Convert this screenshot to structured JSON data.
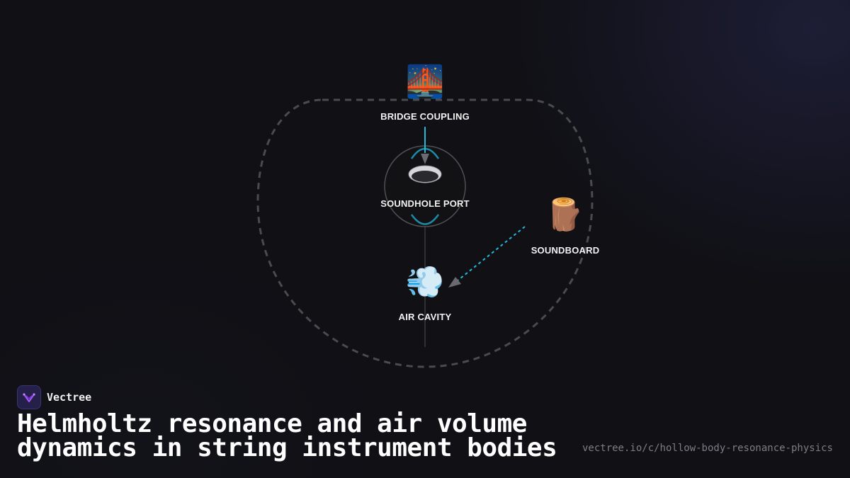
{
  "brand": {
    "name": "Vectree",
    "logo_color": "#a855f7"
  },
  "title": "Helmholtz resonance and air volume dynamics in string instrument bodies",
  "url": "vectree.io/c/hollow-body-resonance-physics",
  "diagram": {
    "accent_color": "#22b8d8",
    "nodes": {
      "bridge": {
        "label": "BRIDGE COUPLING",
        "icon": "bridge-icon",
        "glyph": "🌉"
      },
      "soundhole": {
        "label": "SOUNDHOLE PORT",
        "icon": "soundhole-icon"
      },
      "soundboard": {
        "label": "SOUNDBOARD",
        "icon": "wood-log-icon",
        "glyph": "🪵"
      },
      "cavity": {
        "label": "AIR CAVITY",
        "icon": "air-puff-icon",
        "glyph": "💨"
      }
    },
    "edges": [
      {
        "from": "bridge",
        "to": "soundhole",
        "style": "solid"
      },
      {
        "from": "soundboard",
        "to": "cavity",
        "style": "dashed"
      }
    ]
  }
}
